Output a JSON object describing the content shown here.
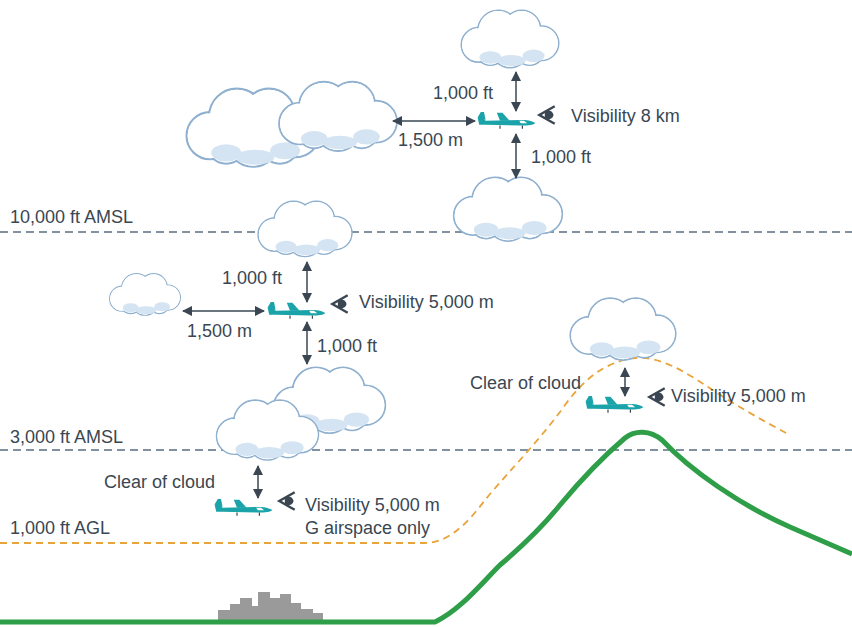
{
  "diagram": {
    "labels": [
      "1,000 ft",
      "Visibility 8 km",
      "1,500 m",
      "1,000 ft",
      "10,000 ft AMSL",
      "1,000 ft",
      "Visibility 5,000 m",
      "1,500 m",
      "1,000 ft",
      "Clear of cloud",
      "Visibility 5,000 m",
      "3,000 ft AMSL",
      "Clear of cloud",
      "Visibility 5,000 m",
      "G airspace only",
      "1,000 ft AGL"
    ]
  }
}
